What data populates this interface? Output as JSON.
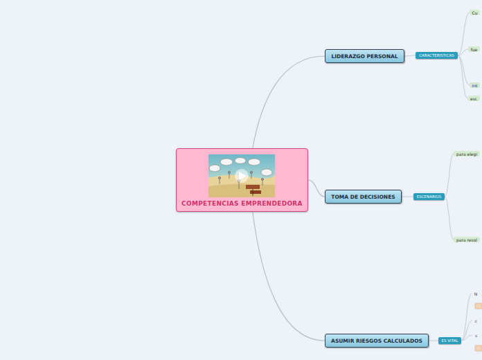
{
  "diagram": {
    "nodes": [
      {
        "text": [
          "COMPETENCIAS EMPRENDEDORA"
        ]
      },
      {
        "text": [
          "LIDERAZGO PERSONAL"
        ]
      },
      {
        "text": [
          "CARACTERISTICAS"
        ]
      },
      {
        "text": [
          "Cu"
        ]
      },
      {
        "text": [
          "fue"
        ]
      },
      {
        "text": [
          "int"
        ]
      },
      {
        "text": [
          "esc"
        ]
      },
      {
        "text": [
          "TOMA DE DECISIONES"
        ]
      },
      {
        "text": [
          "ESCENARIOS"
        ]
      },
      {
        "text": [
          "para elegi"
        ]
      },
      {
        "text": [
          "para resol"
        ]
      },
      {
        "text": [
          "ASUMIR RIESGOS CALCULADOS"
        ]
      },
      {
        "text": [
          "ES VITAL"
        ]
      },
      {
        "text": [
          "N"
        ]
      },
      {
        "text": [
          "c"
        ]
      },
      {
        "text": [
          "s"
        ]
      }
    ],
    "edges": [
      {
        "from": 0,
        "to": 1,
        "arrow": "none"
      },
      {
        "from": 0,
        "to": 7,
        "arrow": "none"
      },
      {
        "from": 0,
        "to": 11,
        "arrow": "none"
      },
      {
        "from": 1,
        "to": 2,
        "arrow": "none"
      },
      {
        "from": 2,
        "to": 3,
        "arrow": "none"
      },
      {
        "from": 2,
        "to": 4,
        "arrow": "none"
      },
      {
        "from": 2,
        "to": 5,
        "arrow": "none"
      },
      {
        "from": 2,
        "to": 6,
        "arrow": "none"
      },
      {
        "from": 7,
        "to": 8,
        "arrow": "none"
      },
      {
        "from": 8,
        "to": 9,
        "arrow": "none"
      },
      {
        "from": 8,
        "to": 10,
        "arrow": "none"
      },
      {
        "from": 11,
        "to": 12,
        "arrow": "none"
      },
      {
        "from": 12,
        "to": 13,
        "arrow": "none"
      },
      {
        "from": 12,
        "to": 14,
        "arrow": "none"
      },
      {
        "from": 12,
        "to": 15,
        "arrow": "none"
      }
    ]
  }
}
